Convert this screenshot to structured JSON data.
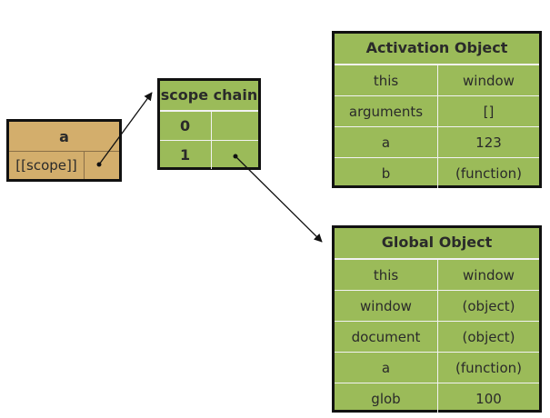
{
  "object_a": {
    "title": "a",
    "rows": [
      {
        "label": "[[scope]]",
        "value": ""
      }
    ]
  },
  "scope_chain": {
    "title": "scope chain",
    "rows": [
      {
        "label": "0",
        "value": ""
      },
      {
        "label": "1",
        "value": ""
      }
    ]
  },
  "activation_object": {
    "title": "Activation Object",
    "rows": [
      {
        "label": "this",
        "value": "window"
      },
      {
        "label": "arguments",
        "value": "[]"
      },
      {
        "label": "a",
        "value": "123"
      },
      {
        "label": "b",
        "value": "(function)"
      }
    ]
  },
  "global_object": {
    "title": "Global Object",
    "rows": [
      {
        "label": "this",
        "value": "window"
      },
      {
        "label": "window",
        "value": "(object)"
      },
      {
        "label": "document",
        "value": "(object)"
      },
      {
        "label": "a",
        "value": "(function)"
      },
      {
        "label": "glob",
        "value": "100"
      }
    ]
  },
  "colors": {
    "green_fill": "#9bbb59",
    "tan_fill": "#d3ae6c",
    "border": "#111111"
  }
}
